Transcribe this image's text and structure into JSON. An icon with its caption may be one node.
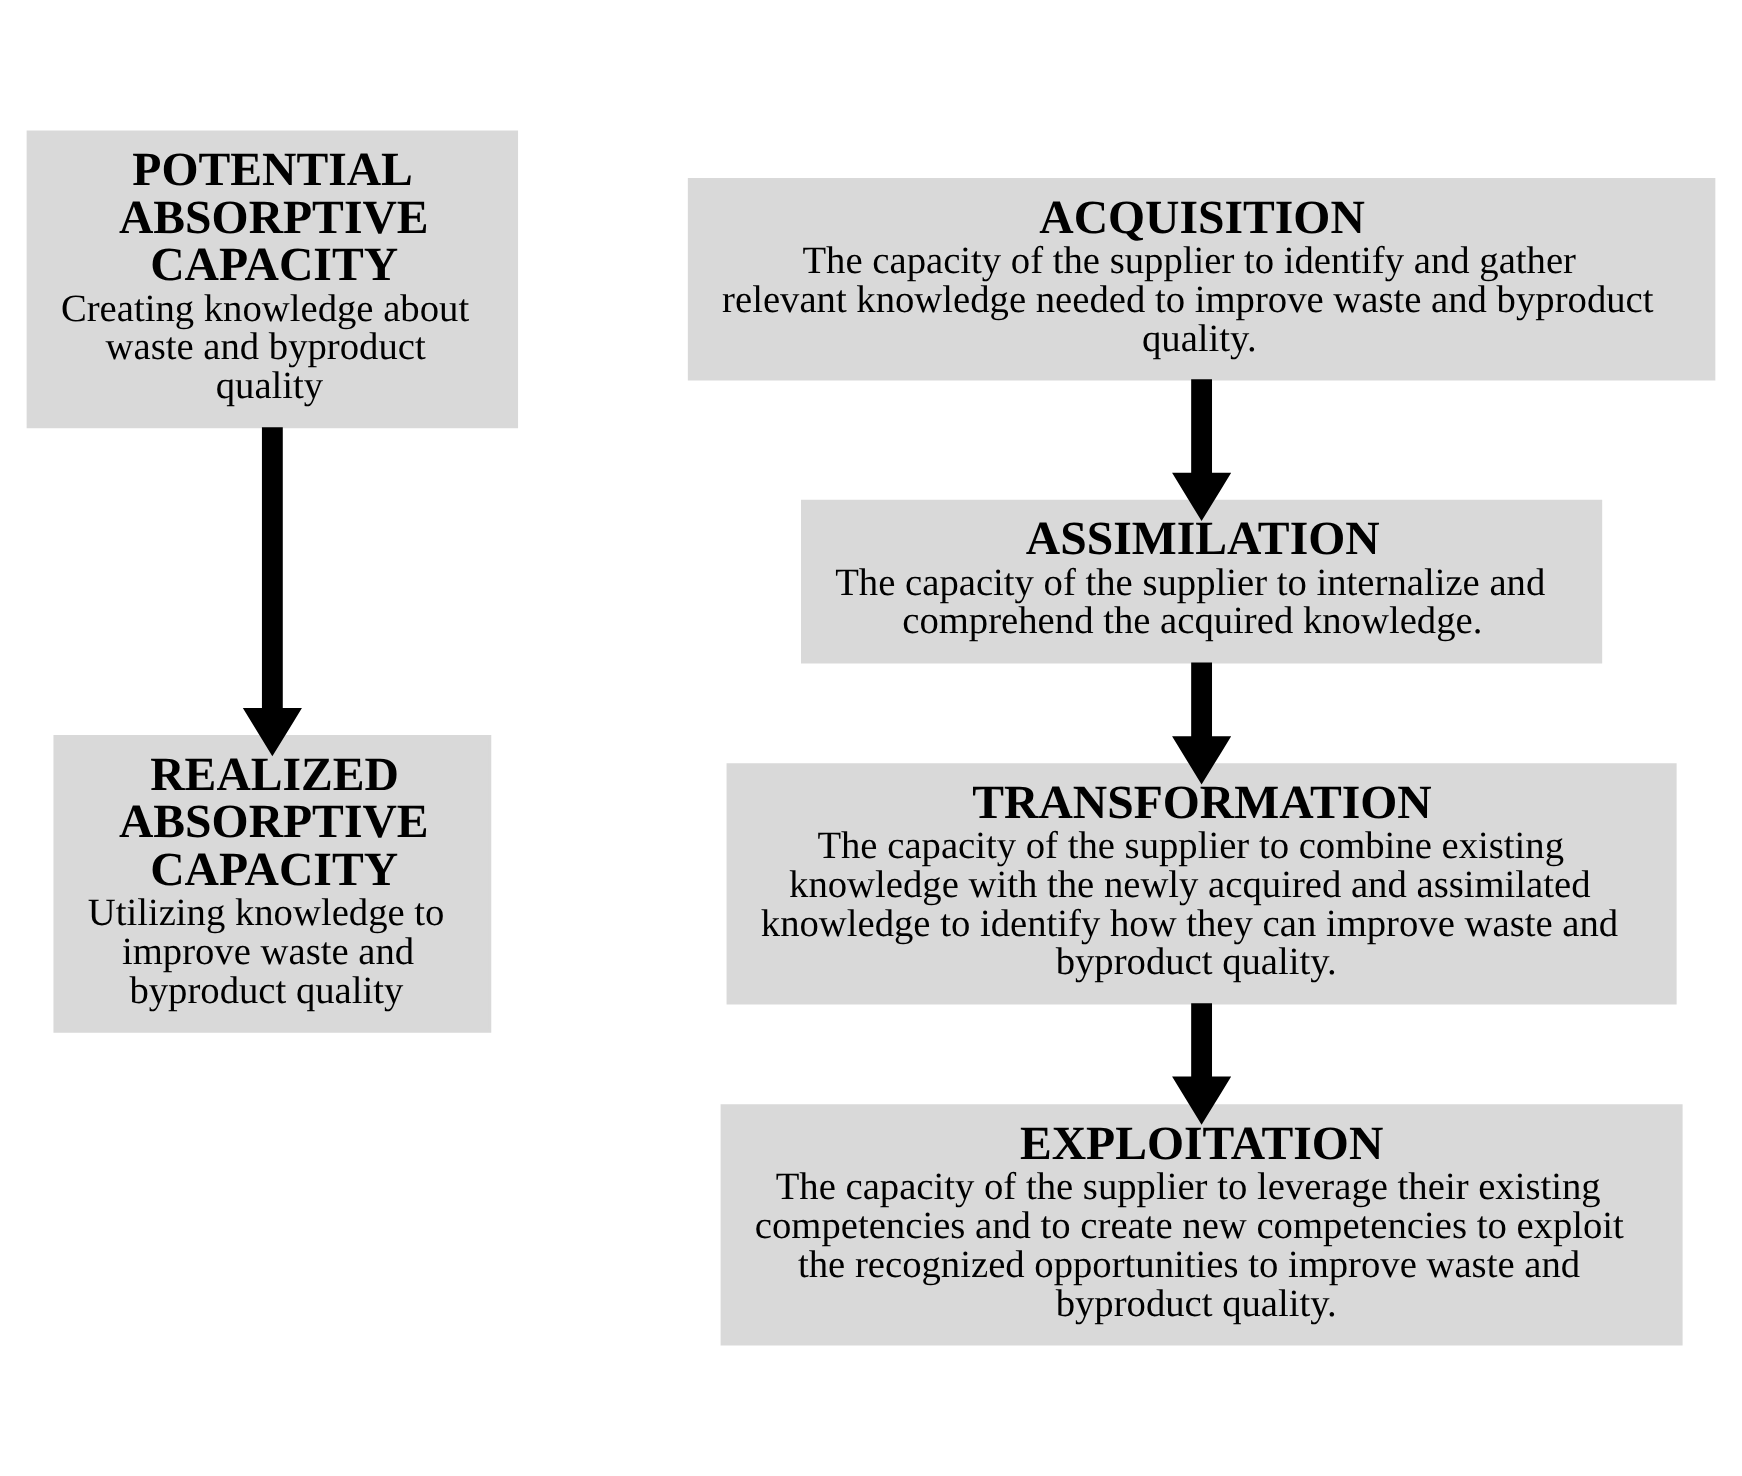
{
  "diagram": {
    "nodes": [
      {
        "text": [
          "POTENTIAL ABSORPTIVE CAPACITY",
          "Creating knowledge about waste and byproduct quality"
        ]
      },
      {
        "text": [
          "REALIZED ABSORPTIVE CAPACITY",
          "Utilizing knowledge to improve waste and byproduct quality"
        ]
      },
      {
        "text": [
          "ACQUISITION",
          "The capacity of the supplier to identify and gather relevant knowledge needed to improve waste and byproduct quality."
        ]
      },
      {
        "text": [
          "ASSIMILATION",
          "The capacity of the supplier to internalize and comprehend the acquired knowledge."
        ]
      },
      {
        "text": [
          "TRANSFORMATION",
          "The capacity of the supplier to combine existing knowledge with the newly acquired and assimilated knowledge to identify how they can improve waste and byproduct quality."
        ]
      },
      {
        "text": [
          "EXPLOITATION",
          "The capacity of the supplier to leverage their existing competencies and to create new competencies to exploit the recognized opportunities to improve waste and byproduct quality."
        ]
      }
    ],
    "edges": [
      {
        "from": 0,
        "to": 1,
        "arrow": "to"
      },
      {
        "from": 2,
        "to": 3,
        "arrow": "to"
      },
      {
        "from": 3,
        "to": 4,
        "arrow": "to"
      },
      {
        "from": 4,
        "to": 5,
        "arrow": "to"
      }
    ]
  }
}
